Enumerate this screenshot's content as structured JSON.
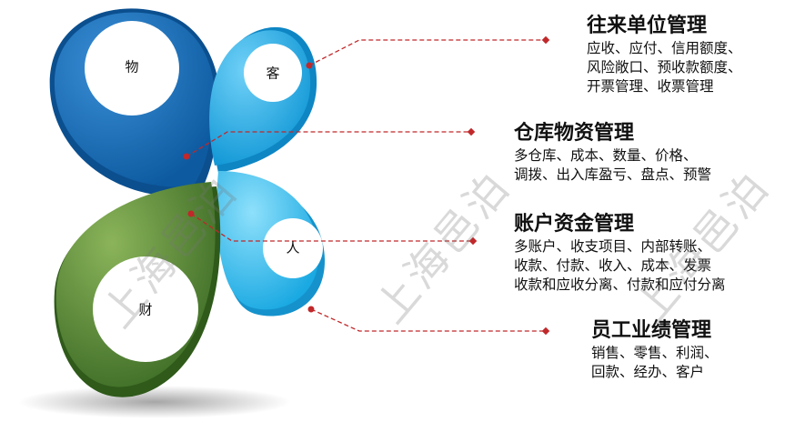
{
  "petals": {
    "wu": "物",
    "ke": "客",
    "cai": "财",
    "ren": "人"
  },
  "sections": [
    {
      "title": "往来单位管理",
      "lines": [
        "应收、应付、信用额度、",
        "风险敞口、预收款额度、",
        "开票管理、收票管理"
      ]
    },
    {
      "title": "仓库物资管理",
      "lines": [
        "多仓库、成本、数量、价格、",
        "调拨、出入库盈亏、盘点、预警"
      ]
    },
    {
      "title": "账户资金管理",
      "lines": [
        "多账户、收支项目、内部转账、",
        "收款、付款、收入、成本、发票",
        "收款和应收分离、付款和应付分离"
      ]
    },
    {
      "title": "员工业绩管理",
      "lines": [
        "销售、零售、利润、",
        "回款、经办、客户"
      ]
    }
  ],
  "watermarks": [
    "上海邑泊",
    "上海邑泊",
    "上海邑泊"
  ],
  "colors": {
    "dark_blue": "#1a6fb8",
    "light_blue": "#19a8e6",
    "cyan": "#2bbff0",
    "green": "#5e8e3a",
    "connector": "#c0282a"
  }
}
